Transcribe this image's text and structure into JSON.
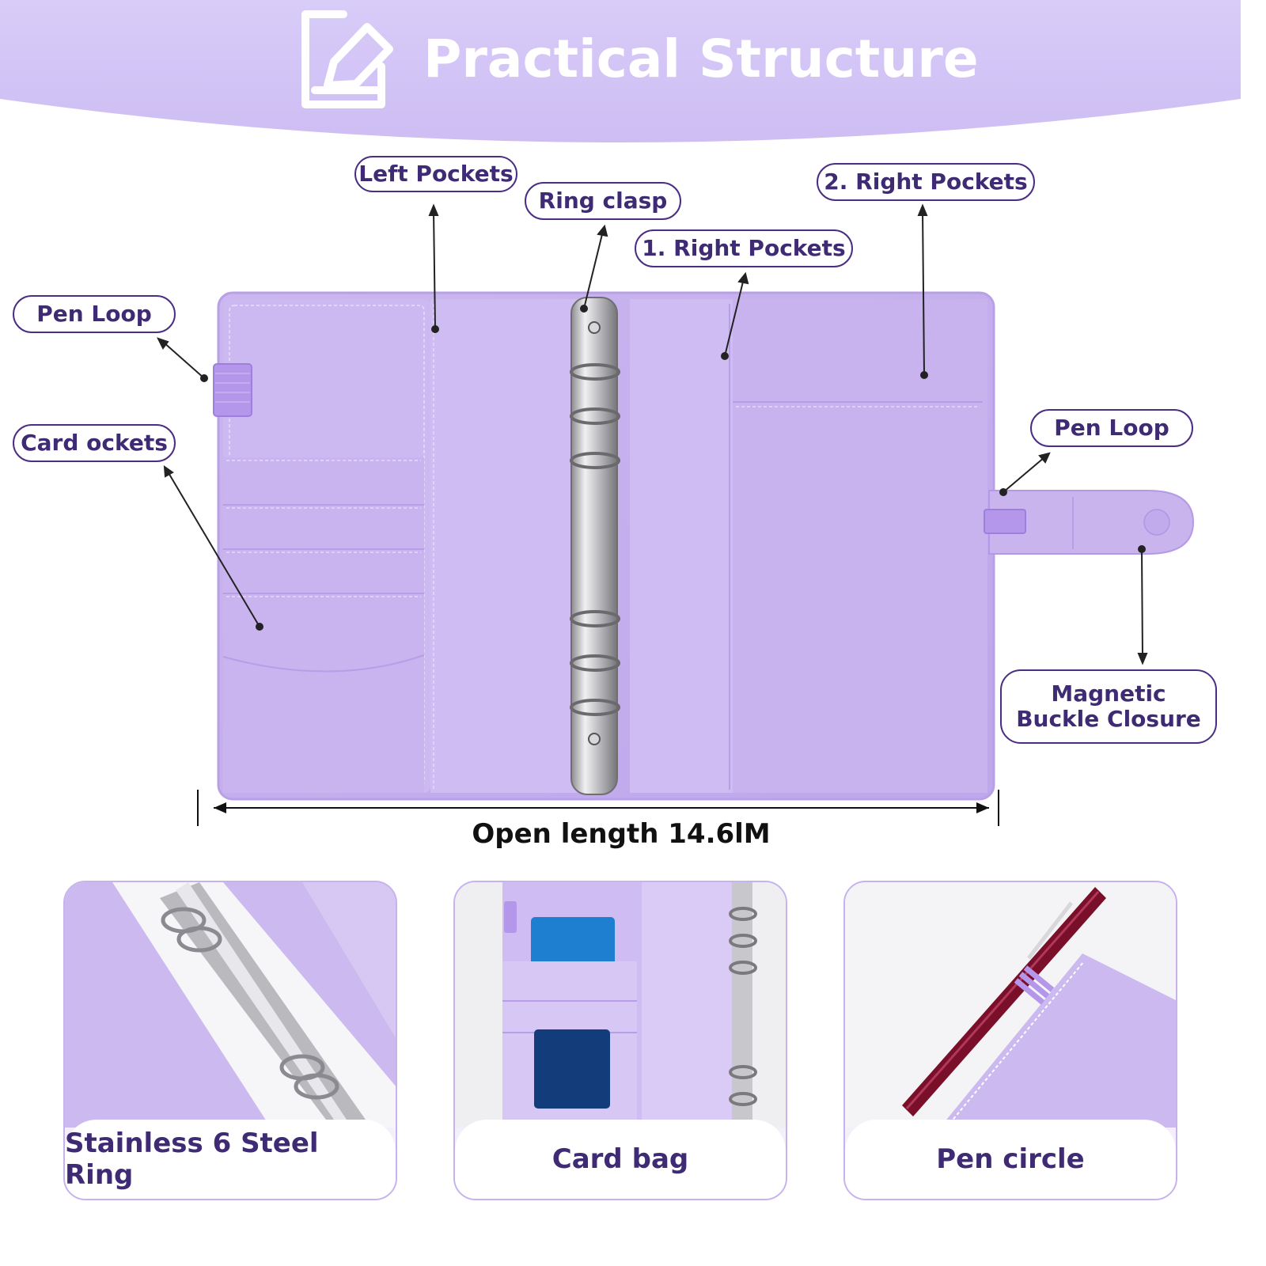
{
  "header": {
    "title": "Practical Structure",
    "icon": "edit-note-icon"
  },
  "callouts": {
    "left_pockets": "Left Pockets",
    "ring_clasp": "Ring clasp",
    "right_pockets_2": "2. Right Pockets",
    "right_pockets_1": "1. Right Pockets",
    "pen_loop_left": "Pen Loop",
    "card_pockets": "Card ockets",
    "pen_loop_right": "Pen Loop",
    "magnetic_line1": "Magnetic",
    "magnetic_line2": "Buckle Closure"
  },
  "dimension": {
    "label": "Open length 14.6lM"
  },
  "panels": [
    {
      "caption": "Stainless 6 Steel Ring"
    },
    {
      "caption": "Card bag"
    },
    {
      "caption": "Pen circle"
    }
  ],
  "colors": {
    "header_band": "#dcd0fa",
    "binder": "#c9b4ee",
    "label_border": "#4b2e83",
    "label_text": "#3f2a74",
    "pen": "#7a0f2a"
  }
}
